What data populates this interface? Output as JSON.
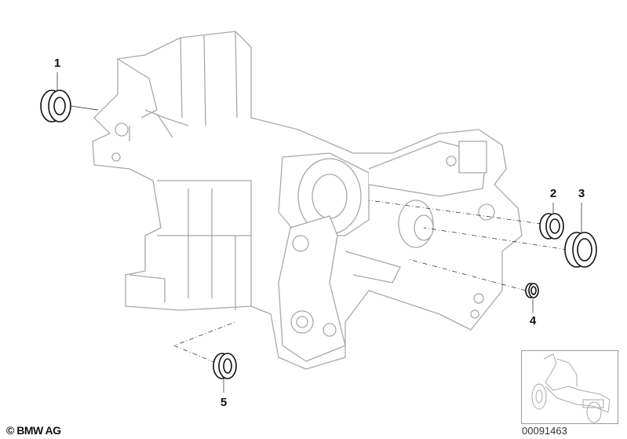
{
  "diagram": {
    "callouts": [
      {
        "number": "1",
        "part": "seal-ring"
      },
      {
        "number": "2",
        "part": "seal-ring"
      },
      {
        "number": "3",
        "part": "seal-ring"
      },
      {
        "number": "4",
        "part": "seal-ring"
      },
      {
        "number": "5",
        "part": "seal-ring"
      }
    ],
    "copyright": "© BMW AG",
    "diagram_number": "00091463",
    "colors": {
      "outline": "#a8a8a8",
      "part": "#111111"
    }
  }
}
